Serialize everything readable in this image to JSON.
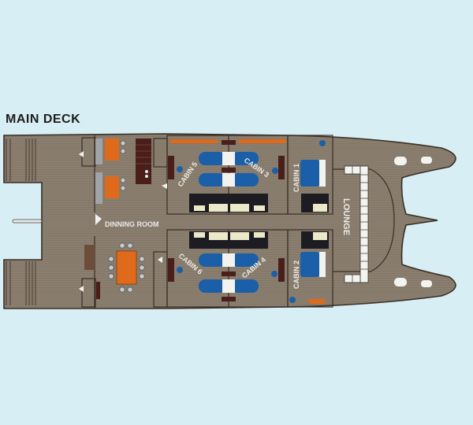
{
  "title": "MAIN DECK",
  "colors": {
    "background": "#d7eef4",
    "deck": "#8a7e6f",
    "outline": "#3a2e26",
    "bed": "#1b5fa8",
    "furniture_orange": "#e06a1c",
    "dark_furniture": "#4a1e1a",
    "bathroom_dark": "#1c1c22",
    "fixture_cream": "#ece9c8",
    "seat_grey": "#9a9fa4"
  },
  "rooms": {
    "dining": "DINNING ROOM",
    "lounge": "LOUNGE",
    "cabins": [
      "CABIN 1",
      "CABIN 2",
      "CABIN 3",
      "CABIN 4",
      "CABIN 5",
      "CABIN 6"
    ]
  }
}
